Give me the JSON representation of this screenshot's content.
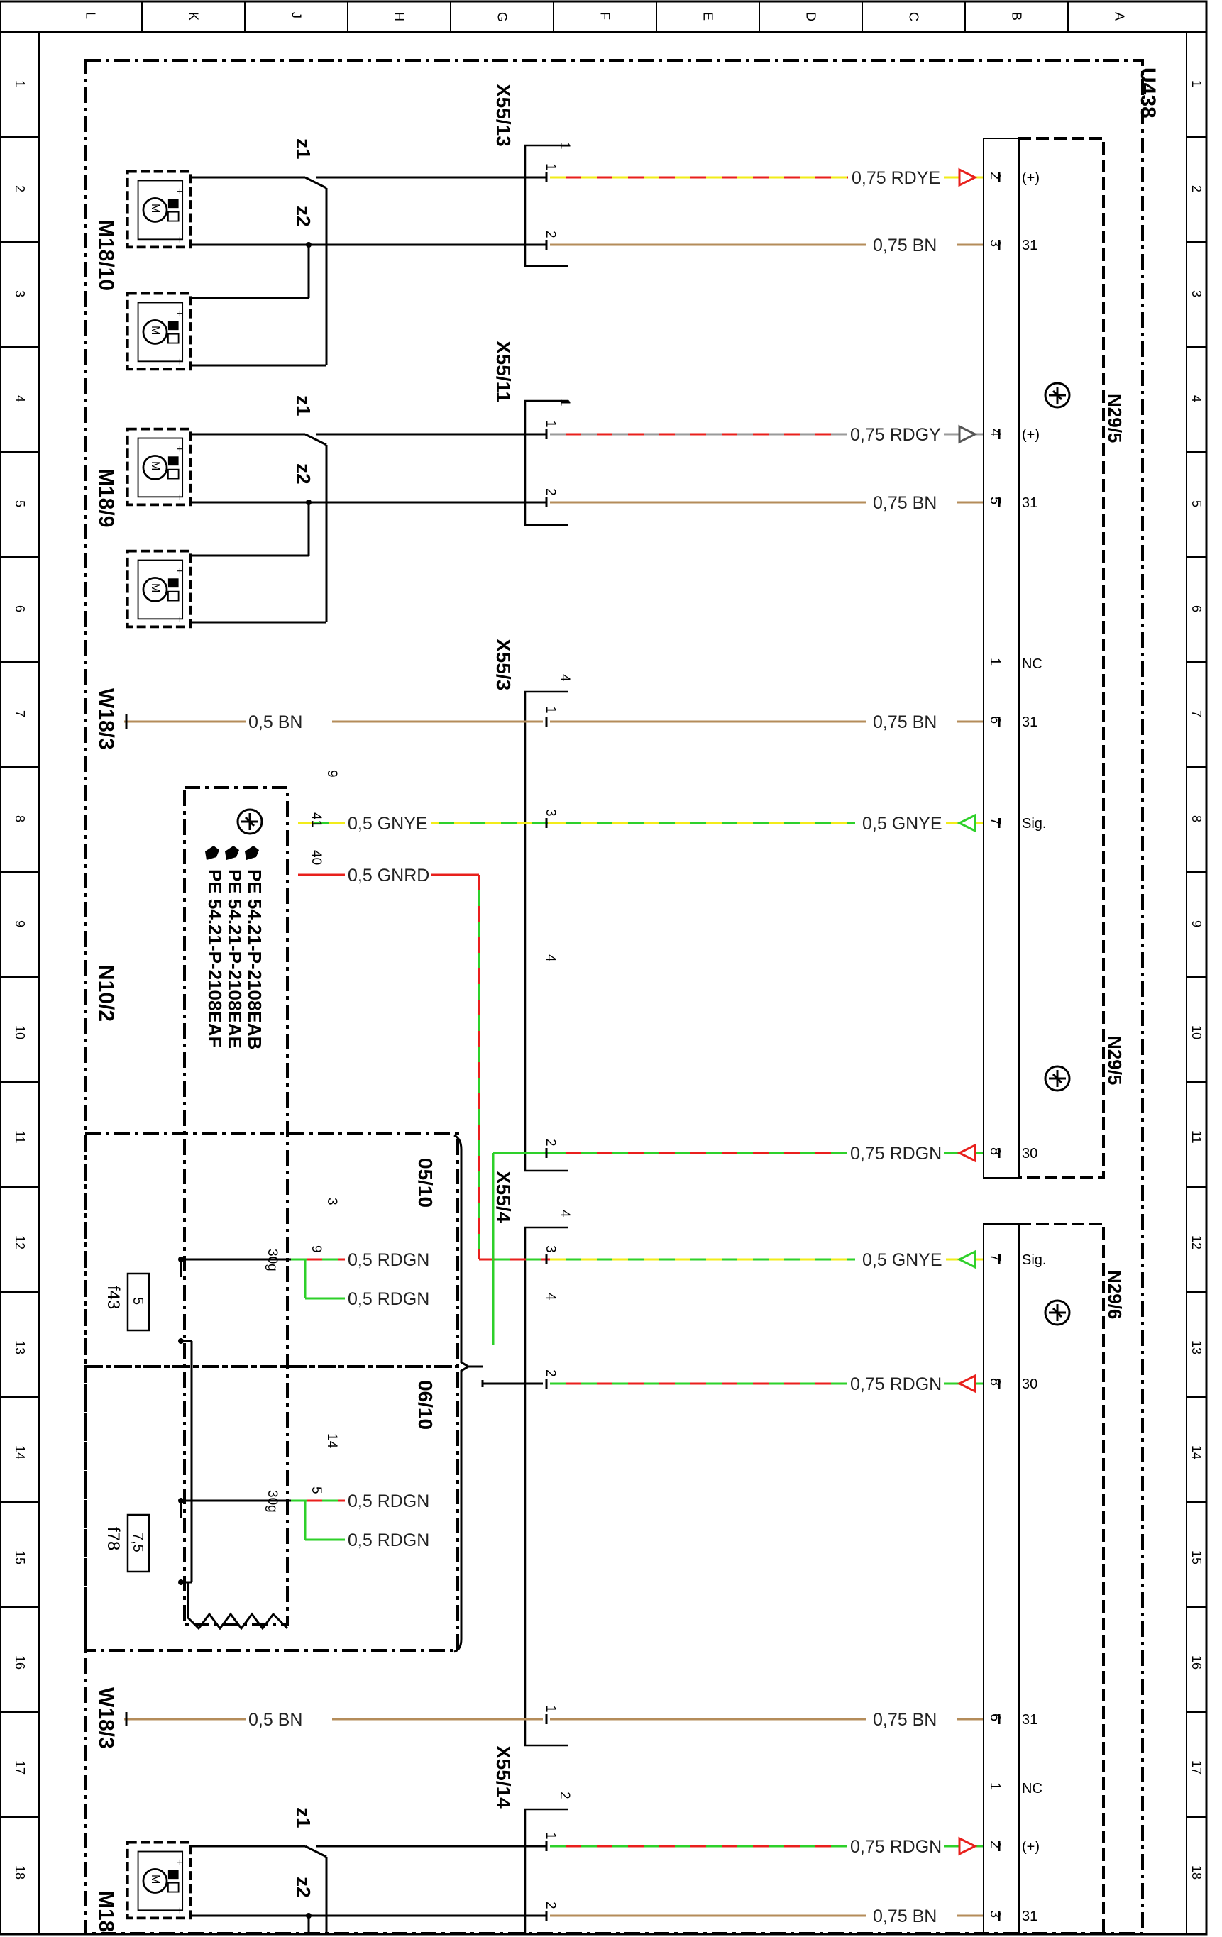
{
  "sheet": {
    "columns": [
      "L",
      "K",
      "J",
      "H",
      "G",
      "F",
      "E",
      "D",
      "C",
      "B",
      "A"
    ],
    "rows": [
      "1",
      "2",
      "3",
      "4",
      "5",
      "6",
      "7",
      "8",
      "9",
      "10",
      "11",
      "12",
      "13",
      "14",
      "15",
      "16",
      "17",
      "18"
    ]
  },
  "modules": {
    "outer": "U438",
    "sensor_top": "N29/5",
    "sensor_mid": "N29/5",
    "sensor_low": "N29/6",
    "control_unit": "N10/2",
    "motor_group_1": "M18/10",
    "motor_group_2": "M18/9",
    "motor_group_3": "M18",
    "ground_1": "W18/3",
    "ground_2": "W18/3"
  },
  "connectors": {
    "x55_13": "X55/13",
    "x55_11": "X55/11",
    "x55_3": "X55/3",
    "x55_4": "X55/4",
    "x55_14": "X55/14"
  },
  "motor_labels": {
    "z1": "z1",
    "z2": "z2",
    "plus": "+",
    "minus": "−",
    "m": "M"
  },
  "refs": {
    "pe1": "PE 54.21-P-2108EAB",
    "pe2": "PE 54.21-P-2108EAE",
    "pe3": "PE 54.21-P-2108EAF",
    "xref1": "05/10",
    "xref2": "06/10"
  },
  "fuses": {
    "f43": "f43",
    "f43_val": "5",
    "f78": "f78",
    "f78_val": "7,5"
  },
  "wires": {
    "w1": "0,75 RDYE",
    "w2": "0,75 BN",
    "w3": "0,75 RDGY",
    "w4": "0,75 BN",
    "w5": "0,5 BN",
    "w6": "0,75 BN",
    "w7": "0,5 GNYE",
    "w8": "0,5 GNYE",
    "w9": "0,5 GNRD",
    "w10": "0,75 RDGN",
    "w11": "0,5 RDGN",
    "w12": "0,5 RDGN",
    "w13": "0,5 GNYE",
    "w14": "0,75 RDGN",
    "w15": "0,5 RDGN",
    "w16": "0,5 RDGN",
    "w17": "0,5 BN",
    "w18": "0,75 BN",
    "w19": "0,75 RDGN",
    "w20": "0,75 BN"
  },
  "pins": {
    "b_1": "(+)",
    "b_2": "31",
    "b_3": "(+)",
    "b_4": "31",
    "b_5": "NC",
    "b_6": "31",
    "b_7": "Sig.",
    "b_8": "30",
    "b_9": "Sig.",
    "b_10": "30",
    "b_11": "31",
    "b_12": "NC",
    "b_13": "(+)",
    "b_14": "31",
    "n_1": "2",
    "n_2": "3",
    "n_3": "4",
    "n_4": "5",
    "n_5": "1",
    "n_6": "6",
    "n_7": "7",
    "n_8": "8",
    "n_9": "7",
    "n_10": "8",
    "n_11": "6",
    "n_12": "1",
    "n_13": "2",
    "n_14": "3",
    "c13_head": "1",
    "c13_p1": "1",
    "c13_p2": "2",
    "c11_head": "1",
    "c11_p1": "1",
    "c11_p2": "2",
    "c3_head": "4",
    "c3_p1": "1",
    "c3_p3": "3",
    "c3_p4": "4",
    "c3_p2": "2",
    "c4_head": "4",
    "c4_p3": "3",
    "c4_p4": "4",
    "c4_p2": "2",
    "c4_p1": "1",
    "c14_head": "2",
    "c14_p1": "1",
    "c14_p2": "2",
    "n10_9": "9",
    "n10_41": "41",
    "n10_40": "40",
    "n10_3": "3",
    "n10_9b": "9",
    "n10_30g": "30g",
    "n10_14": "14",
    "n10_5": "5",
    "n10_30g2": "30g"
  },
  "colors": {
    "line": "#000000",
    "brown": "#b48c5a",
    "red": "#e8201c",
    "yellow": "#f2ec1a",
    "green": "#2ed02a",
    "grey": "#9a9a9a"
  }
}
